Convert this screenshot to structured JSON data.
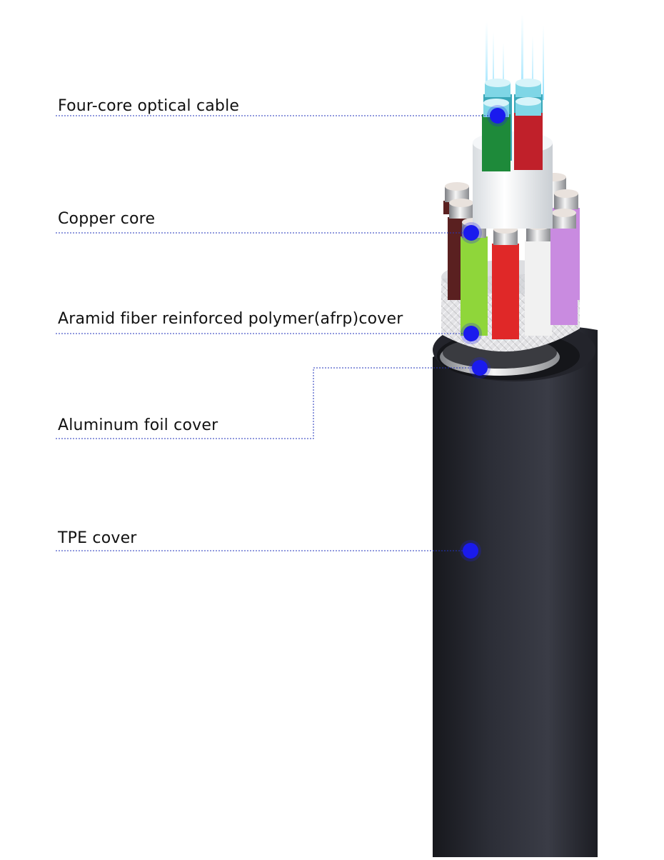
{
  "labels": [
    "Four-core optical cable",
    "Copper core",
    "Aramid fiber reinforced polymer(afrp)cover",
    "Aluminum foil cover",
    "TPE cover"
  ],
  "colors": {
    "leader": "#2233bb",
    "dot": "#1a1aee",
    "jacket": "#2b2d36",
    "text": "#111111",
    "fiber_green": "#1e8a3a",
    "fiber_red": "#c0202a",
    "wire_lime": "#8fd63a",
    "wire_red": "#e02828",
    "wire_white": "#f1f1f1",
    "wire_violet": "#c98be0",
    "wire_dark": "#5a2020"
  }
}
